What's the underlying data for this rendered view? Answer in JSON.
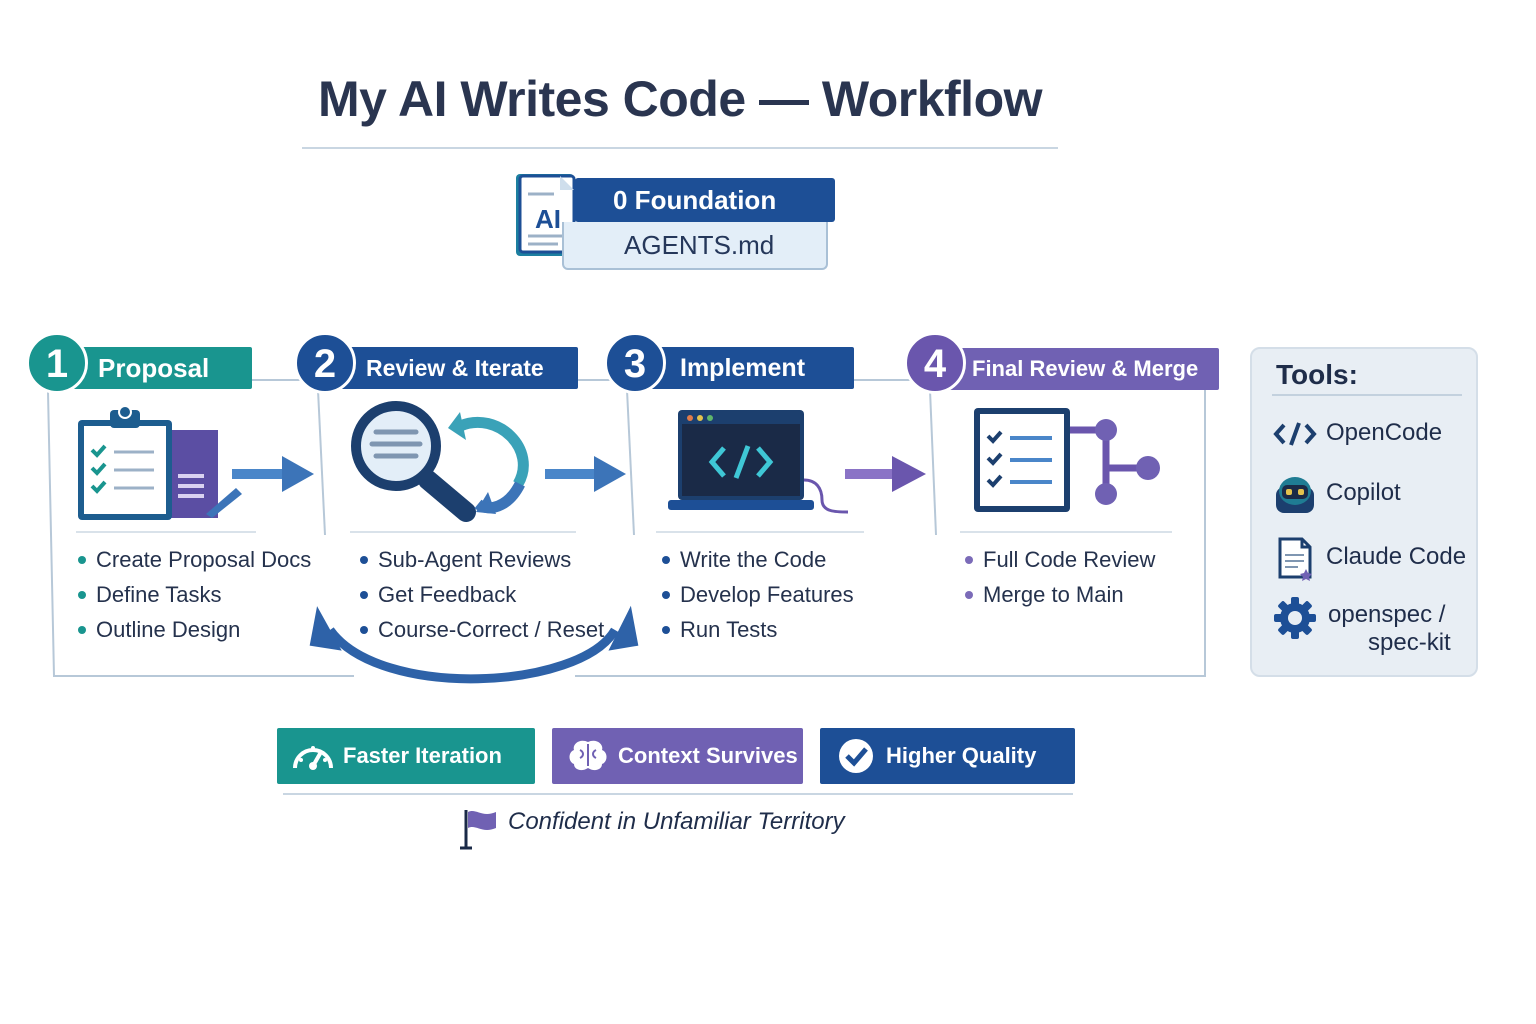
{
  "title": "My AI Writes Code — Workflow",
  "foundation": {
    "icon_text": "AI",
    "header": "0 Foundation",
    "file": "AGENTS.md"
  },
  "steps": [
    {
      "number": "1",
      "label": "Proposal",
      "color": "#19958f",
      "bullets": [
        "Create Proposal Docs",
        "Define Tasks",
        "Outline Design"
      ]
    },
    {
      "number": "2",
      "label": "Review & Iterate",
      "color": "#1d4f96",
      "bullets": [
        "Sub-Agent Reviews",
        "Get Feedback",
        "Course-Correct / Reset"
      ]
    },
    {
      "number": "3",
      "label": "Implement",
      "color": "#1d4f96",
      "bullets": [
        "Write the Code",
        "Develop Features",
        "Run Tests"
      ]
    },
    {
      "number": "4",
      "label": "Final Review & Merge",
      "color": "#7061b3",
      "bullets": [
        "Full Code Review",
        "Merge to Main"
      ]
    }
  ],
  "tools": {
    "title": "Tools:",
    "items": [
      {
        "label": "OpenCode",
        "icon": "code-brackets-icon"
      },
      {
        "label": "Copilot",
        "icon": "robot-icon"
      },
      {
        "label": "Claude Code",
        "icon": "document-icon"
      },
      {
        "label_line1": "openspec /",
        "label_line2": "spec-kit",
        "icon": "gear-icon"
      }
    ]
  },
  "benefits": [
    {
      "label": "Faster Iteration",
      "color": "#19958f",
      "icon": "speedometer-icon"
    },
    {
      "label": "Context Survives",
      "color": "#7061b3",
      "icon": "brain-icon"
    },
    {
      "label": "Higher Quality",
      "color": "#1d4f96",
      "icon": "checkmark-icon"
    }
  ],
  "tagline": "Confident in Unfamiliar Territory",
  "colors": {
    "teal": "#19958f",
    "blue": "#1d4f96",
    "purple": "#7061b3",
    "text": "#1f2d4a"
  }
}
